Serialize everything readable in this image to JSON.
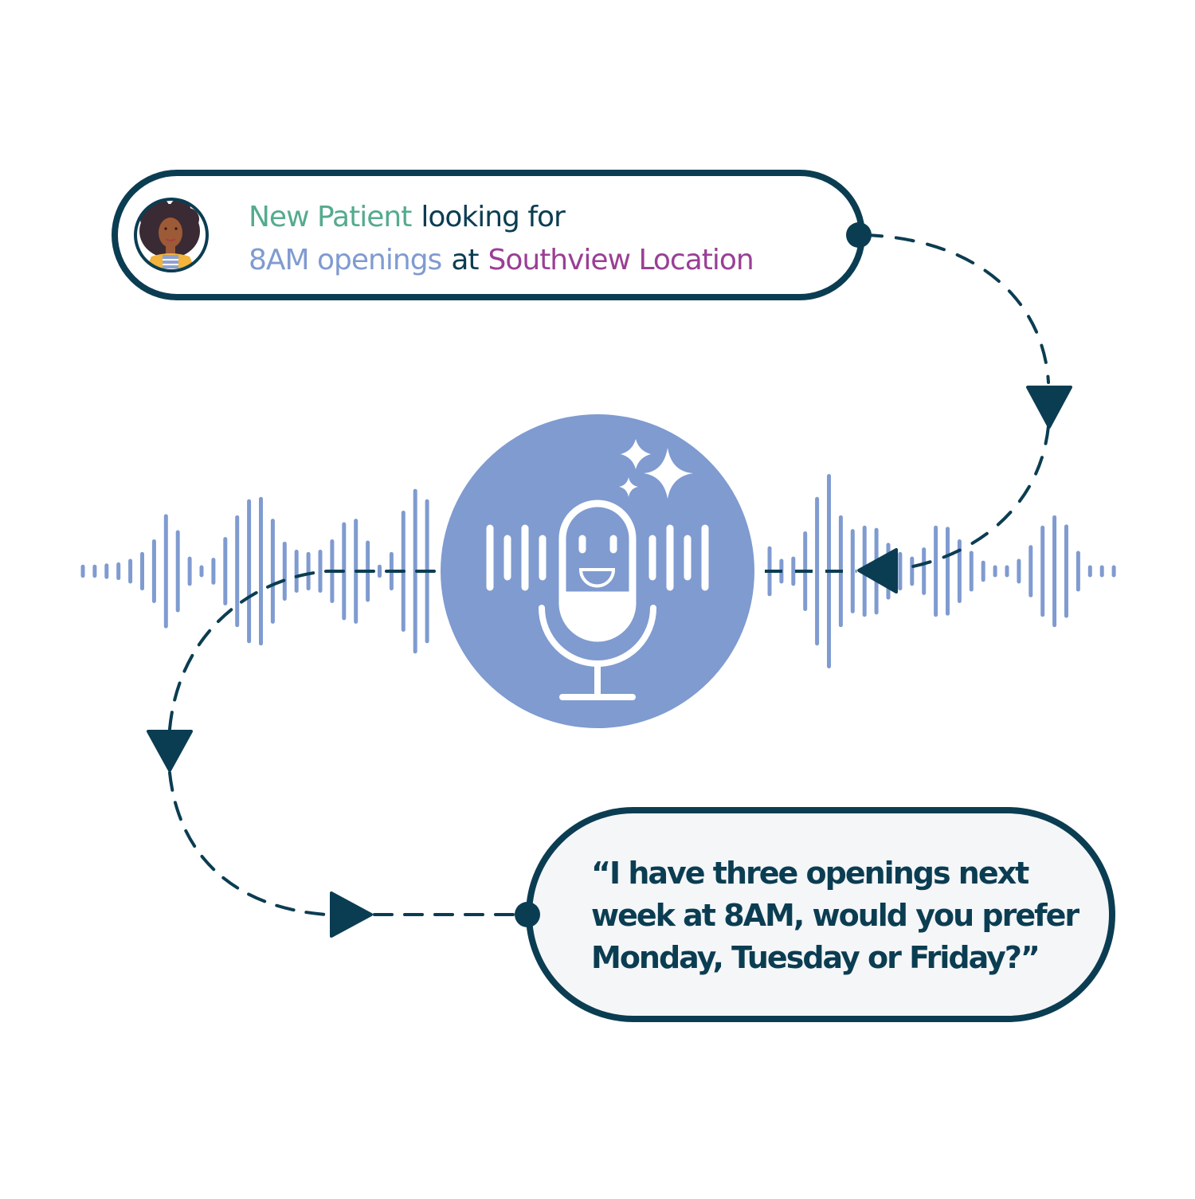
{
  "colors": {
    "navy": "#0b3d52",
    "periwinkle": "#7f9bd0",
    "green": "#54ab8e",
    "purple": "#9a3f95",
    "bubble_fill_top": "#ffffff",
    "bubble_fill_bottom": "#f4f6f8",
    "icon_white": "#ffffff"
  },
  "top_bubble": {
    "avatar": "patient-avatar",
    "line1": [
      {
        "text": "New Patient",
        "style": "green"
      },
      {
        "text": "looking for",
        "style": "navy"
      }
    ],
    "line2": [
      {
        "text": "8AM openings",
        "style": "blue"
      },
      {
        "text": "at",
        "style": "navy"
      },
      {
        "text": "Southview Location",
        "style": "purple"
      }
    ]
  },
  "center": {
    "icon": "ai-microphone-icon",
    "sparkles": "sparkles-icon"
  },
  "waveform": {
    "left_levels": [
      0.08,
      0.08,
      0.1,
      0.12,
      0.18,
      0.3,
      0.52,
      0.96,
      0.68,
      0.22,
      0.06,
      0.2,
      0.56,
      0.94,
      1.22,
      1.26,
      0.88,
      0.48,
      0.34,
      0.3,
      0.34,
      0.52,
      0.82,
      0.88,
      0.5,
      0.08,
      0.3,
      1.02,
      1.4,
      1.22
    ],
    "right_levels": [
      0.4,
      0.18,
      0.22,
      0.66,
      1.26,
      1.66,
      0.94,
      0.7,
      0.76,
      0.72,
      0.46,
      0.3,
      0.22,
      0.38,
      0.76,
      0.74,
      0.52,
      0.32,
      0.15,
      0.06,
      0.06,
      0.18,
      0.42,
      0.76,
      0.94,
      0.78,
      0.32,
      0.06,
      0.06,
      0.06
    ]
  },
  "bottom_bubble": {
    "lines": [
      "“I have three openings next",
      "week at 8AM, would you prefer",
      "Monday, Tuesday or Friday?”"
    ]
  }
}
